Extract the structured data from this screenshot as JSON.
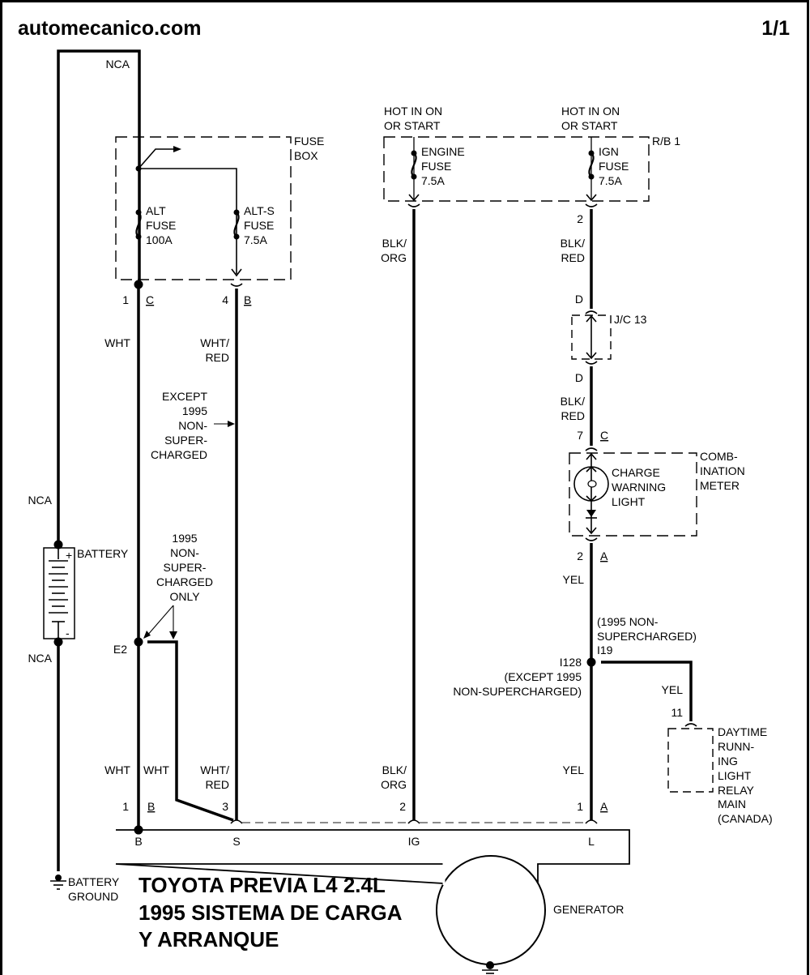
{
  "header": {
    "site": "automecanico.com",
    "page": "1/1"
  },
  "title": {
    "line1": "TOYOTA PREVIA L4 2.4L",
    "line2": "1995 SISTEMA DE CARGA",
    "line3": "Y ARRANQUE"
  },
  "fuse_box": {
    "name_l1": "FUSE",
    "name_l2": "BOX",
    "alt_fuse": [
      "ALT",
      "FUSE",
      "100A"
    ],
    "alts_fuse": [
      "ALT-S",
      "FUSE",
      "7.5A"
    ],
    "pin_c_num": "1",
    "pin_c_letter": "C",
    "pin_b_num": "4",
    "pin_b_letter": "B"
  },
  "relay_block": {
    "name": "R/B 1",
    "hot1": [
      "HOT IN ON",
      "OR START"
    ],
    "hot2": [
      "HOT IN ON",
      "OR START"
    ],
    "engine_fuse": [
      "ENGINE",
      "FUSE",
      "7.5A"
    ],
    "ign_fuse": [
      "IGN",
      "FUSE",
      "7.5A"
    ],
    "ign_pin": "2"
  },
  "junction": {
    "name": "J/C 13",
    "pin_top": "D",
    "pin_bottom": "D"
  },
  "combination_meter": {
    "name": [
      "COMB-",
      "INATION",
      "METER"
    ],
    "lamp": [
      "CHARGE",
      "WARNING",
      "LIGHT"
    ],
    "pin_top_num": "7",
    "pin_top_letter": "C",
    "pin_bottom_num": "2",
    "pin_bottom_letter": "A"
  },
  "battery": {
    "label": "BATTERY",
    "plus": "+",
    "minus": "-",
    "ground": [
      "BATTERY",
      "GROUND"
    ]
  },
  "wires": {
    "nca_top": "NCA",
    "nca_mid": "NCA",
    "nca_low": "NCA",
    "wht_upper": "WHT",
    "whtred_upper": [
      "WHT/",
      "RED"
    ],
    "blkorg_upper": [
      "BLK/",
      "ORG"
    ],
    "blkred_upper": [
      "BLK/",
      "RED"
    ],
    "blkred_mid": [
      "BLK/",
      "RED"
    ],
    "yel_upper": "YEL",
    "yel_branch": "YEL",
    "wht_lower_left": "WHT",
    "wht_lower_right": "WHT",
    "whtred_lower": [
      "WHT/",
      "RED"
    ],
    "blkorg_lower": [
      "BLK/",
      "ORG"
    ],
    "yel_lower": "YEL"
  },
  "notes": {
    "except_1995": [
      "EXCEPT",
      "1995",
      "NON-",
      "SUPER-",
      "CHARGED"
    ],
    "only_1995": [
      "1995",
      "NON-",
      "SUPER-",
      "CHARGED",
      "ONLY"
    ],
    "e2": "E2",
    "i19_note": [
      "(1995 NON-",
      "SUPERCHARGED)",
      "I19"
    ],
    "i128": "I128",
    "i128_note": [
      "(EXCEPT 1995",
      "NON-SUPERCHARGED)"
    ]
  },
  "drl_relay": {
    "pin": "11",
    "name": [
      "DAYTIME",
      "RUNN-",
      "ING",
      "LIGHT",
      "RELAY",
      "MAIN",
      "(CANADA)"
    ]
  },
  "generator": {
    "label": "GENERATOR",
    "terminals": [
      "B",
      "S",
      "IG",
      "L"
    ],
    "pins": {
      "b_num": "1",
      "b_letter": "B",
      "s_num": "3",
      "ig_num": "2",
      "l_num": "1",
      "l_letter": "A"
    }
  }
}
